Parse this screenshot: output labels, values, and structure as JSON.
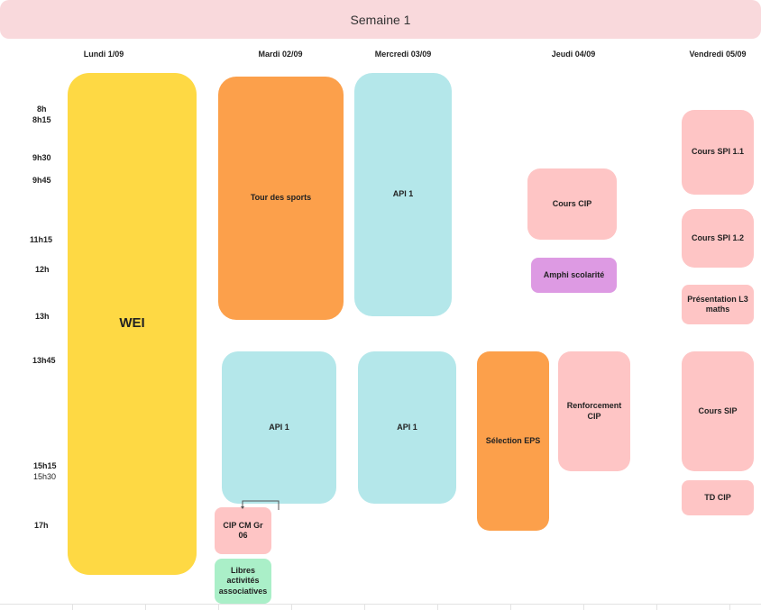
{
  "header": {
    "title": "Semaine 1"
  },
  "days": [
    "Lundi 1/09",
    "Mardi 02/09",
    "Mercredi 03/09",
    "Jeudi 04/09",
    "Vendredi 05/09"
  ],
  "times": [
    "8h",
    "8h15",
    "9h30",
    "9h45",
    "11h15",
    "12h",
    "13h",
    "13h45",
    "15h15",
    "15h30",
    "17h"
  ],
  "events": {
    "wei": "WEI",
    "tour_sports": "Tour des sports",
    "api1_mer_am": "API 1",
    "api1_mar_pm": "API 1",
    "api1_mer_pm": "API 1",
    "cip_cm": "CIP CM Gr 06",
    "libres": "Libres activités associatives",
    "cours_cip": "Cours CIP",
    "amphi": "Amphi scolarité",
    "selection_eps": "Sélection EPS",
    "renforcement": "Renforcement CIP",
    "spi11": "Cours SPI 1.1",
    "spi12": "Cours SPI 1.2",
    "presentation": "Présentation L3 maths",
    "cours_sip": "Cours SIP",
    "td_cip": "TD CIP"
  },
  "colors": {
    "header": "#f9d9dc",
    "yellow": "#fed944",
    "orange": "#fca04b",
    "cyan": "#b4e7ea",
    "pink": "#fec5c5",
    "purple": "#dd9ae3",
    "green": "#aaefc8"
  }
}
